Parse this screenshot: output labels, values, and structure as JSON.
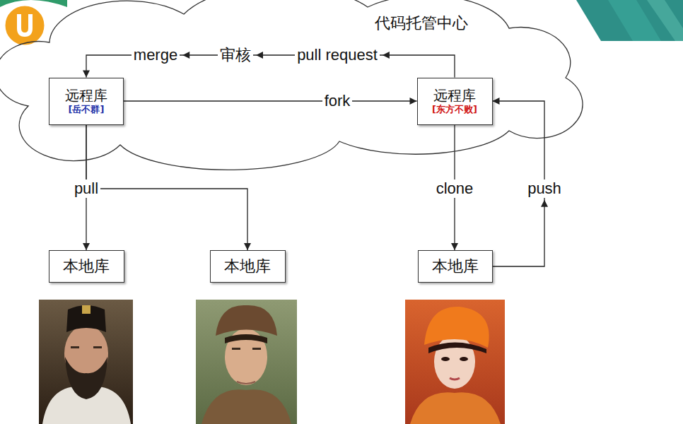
{
  "diagram": {
    "nodes": [
      {
        "text": [
          "代码托管中心"
        ]
      },
      {
        "text": [
          "远程库",
          "[岳不群]"
        ],
        "in": 0
      },
      {
        "text": [
          "远程库",
          "[东方不败]"
        ],
        "in": 0
      },
      {
        "text": [
          "本地库"
        ]
      },
      {
        "text": [
          "本地库"
        ]
      },
      {
        "text": [
          "本地库"
        ]
      }
    ],
    "edges": [
      {
        "from": 1,
        "to": 2,
        "label": "fork",
        "arrow": "to"
      },
      {
        "from": 2,
        "to": 1,
        "label": "pull request",
        "arrow": "to"
      },
      {
        "from": 1,
        "to": 3,
        "label": "pull",
        "arrow": "to"
      },
      {
        "from": 1,
        "to": 4,
        "arrow": "to"
      },
      {
        "from": 2,
        "to": 5,
        "label": "clone",
        "arrow": "to"
      },
      {
        "from": 5,
        "to": 2,
        "label": "push",
        "arrow": "to"
      }
    ],
    "labels": [
      "审核",
      "merge"
    ]
  }
}
